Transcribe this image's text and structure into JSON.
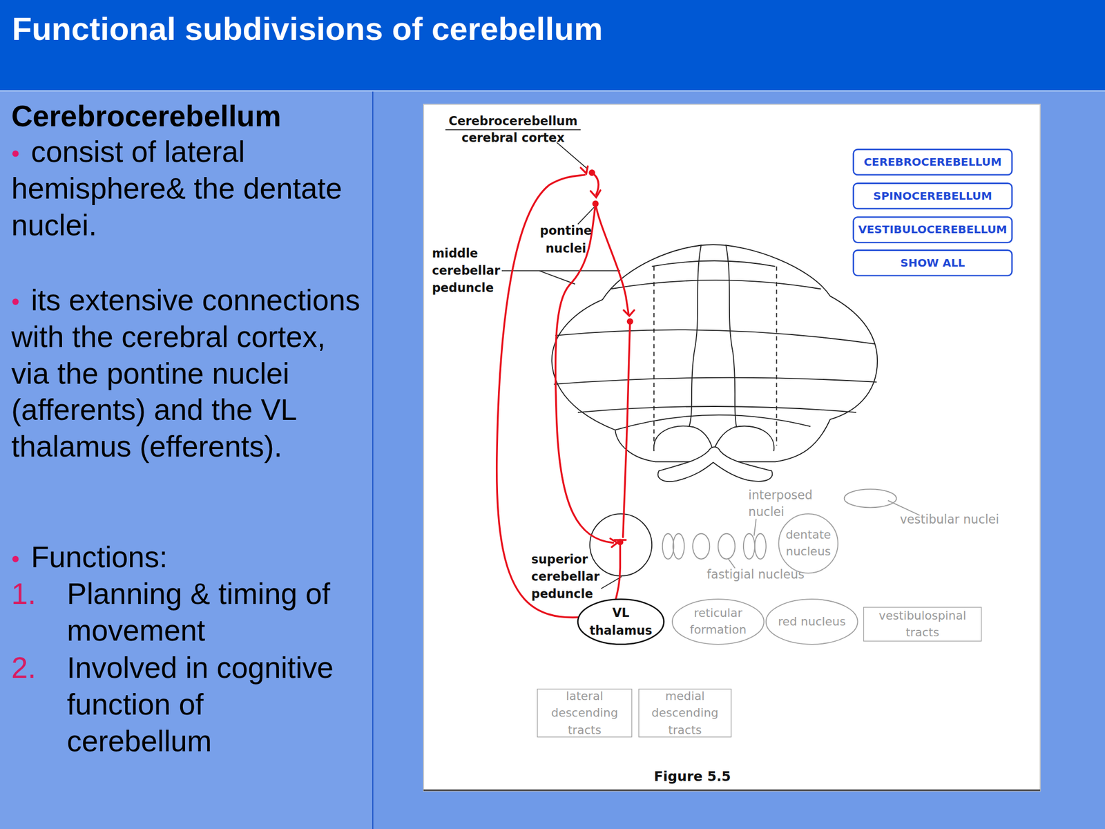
{
  "diagram": {
    "title": "Functional subdivisions of cerebellum",
    "nodes": [
      {
        "text": [
          "CEREBROCEREBELLUM"
        ]
      },
      {
        "text": [
          "SPINOCEREBELLUM"
        ]
      },
      {
        "text": [
          "VESTIBULOCEREBELLUM"
        ]
      },
      {
        "text": [
          "SHOW ALL"
        ]
      },
      {
        "text": [
          "dentate nucleus"
        ]
      },
      {
        "text": [
          "VL thalamus"
        ]
      },
      {
        "text": [
          "reticular formation"
        ]
      },
      {
        "text": [
          "red nucleus"
        ]
      },
      {
        "text": [
          "vestibulospinal tracts"
        ]
      },
      {
        "text": [
          "lateral descending tracts"
        ]
      },
      {
        "text": [
          "medial descending tracts"
        ]
      }
    ],
    "labels": [
      "Cerebrocerebellum",
      "consist of lateral hemisphere& the dentate nuclei.",
      "its extensive connections with the cerebral cortex, via the pontine nuclei (afferents) and the VL thalamus (efferents).",
      "Functions:",
      "1.",
      "Planning & timing of movement",
      "2.",
      "Involved in cognitive function of cerebellum",
      "Cerebrocerebellum",
      "cerebral cortex",
      "pontine nuclei",
      "middle cerebellar peduncle",
      "interposed nuclei",
      "vestibular nuclei",
      "fastigial nucleus",
      "superior cerebellar peduncle",
      "Figure 5.5"
    ]
  }
}
